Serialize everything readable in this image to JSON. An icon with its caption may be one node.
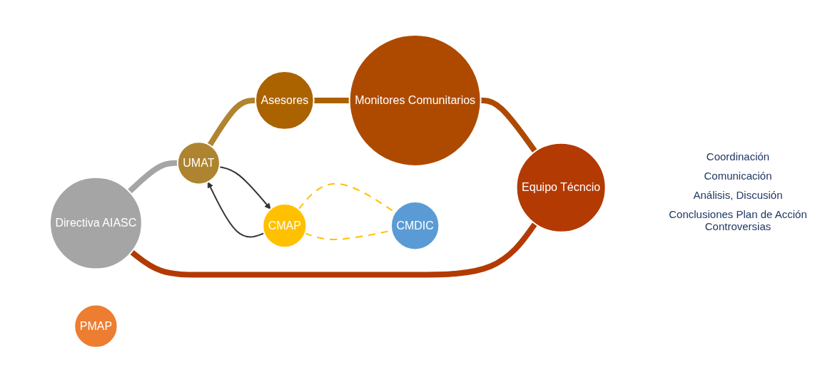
{
  "diagram": {
    "nodes": [
      {
        "text": [
          "Directiva AIASC"
        ]
      },
      {
        "text": [
          "UMAT"
        ]
      },
      {
        "text": [
          "Asesores"
        ]
      },
      {
        "text": [
          "Monitores Comunitarios"
        ]
      },
      {
        "text": [
          "Equipo Técncio"
        ]
      },
      {
        "text": [
          "PMAP"
        ]
      },
      {
        "text": [
          "CMAP"
        ]
      },
      {
        "text": [
          "CMDIC"
        ]
      }
    ],
    "edges": [
      {
        "from": 0,
        "to": 1,
        "arrow": "none",
        "color": "#a5a5a5"
      },
      {
        "from": 1,
        "to": 2,
        "arrow": "none",
        "color": "#b08430"
      },
      {
        "from": 2,
        "to": 3,
        "arrow": "none",
        "color": "#ac6100"
      },
      {
        "from": 3,
        "to": 4,
        "arrow": "none",
        "color": "#ad4a00"
      },
      {
        "from": 4,
        "to": 0,
        "arrow": "none",
        "color": "#b33a03"
      },
      {
        "from": 6,
        "to": 1,
        "arrow": "to"
      },
      {
        "from": 1,
        "to": 6,
        "arrow": "to"
      },
      {
        "from": 6,
        "to": 7,
        "arrow": "none",
        "style": "dashed",
        "color": "#ffc000"
      },
      {
        "from": 6,
        "to": 7,
        "arrow": "none",
        "style": "dashed",
        "color": "#ffc000"
      }
    ],
    "labels": [
      "Coordinación",
      "Comunicación",
      "Análisis, Discusión",
      "Conclusiones Plan de Acción Controversias"
    ]
  }
}
